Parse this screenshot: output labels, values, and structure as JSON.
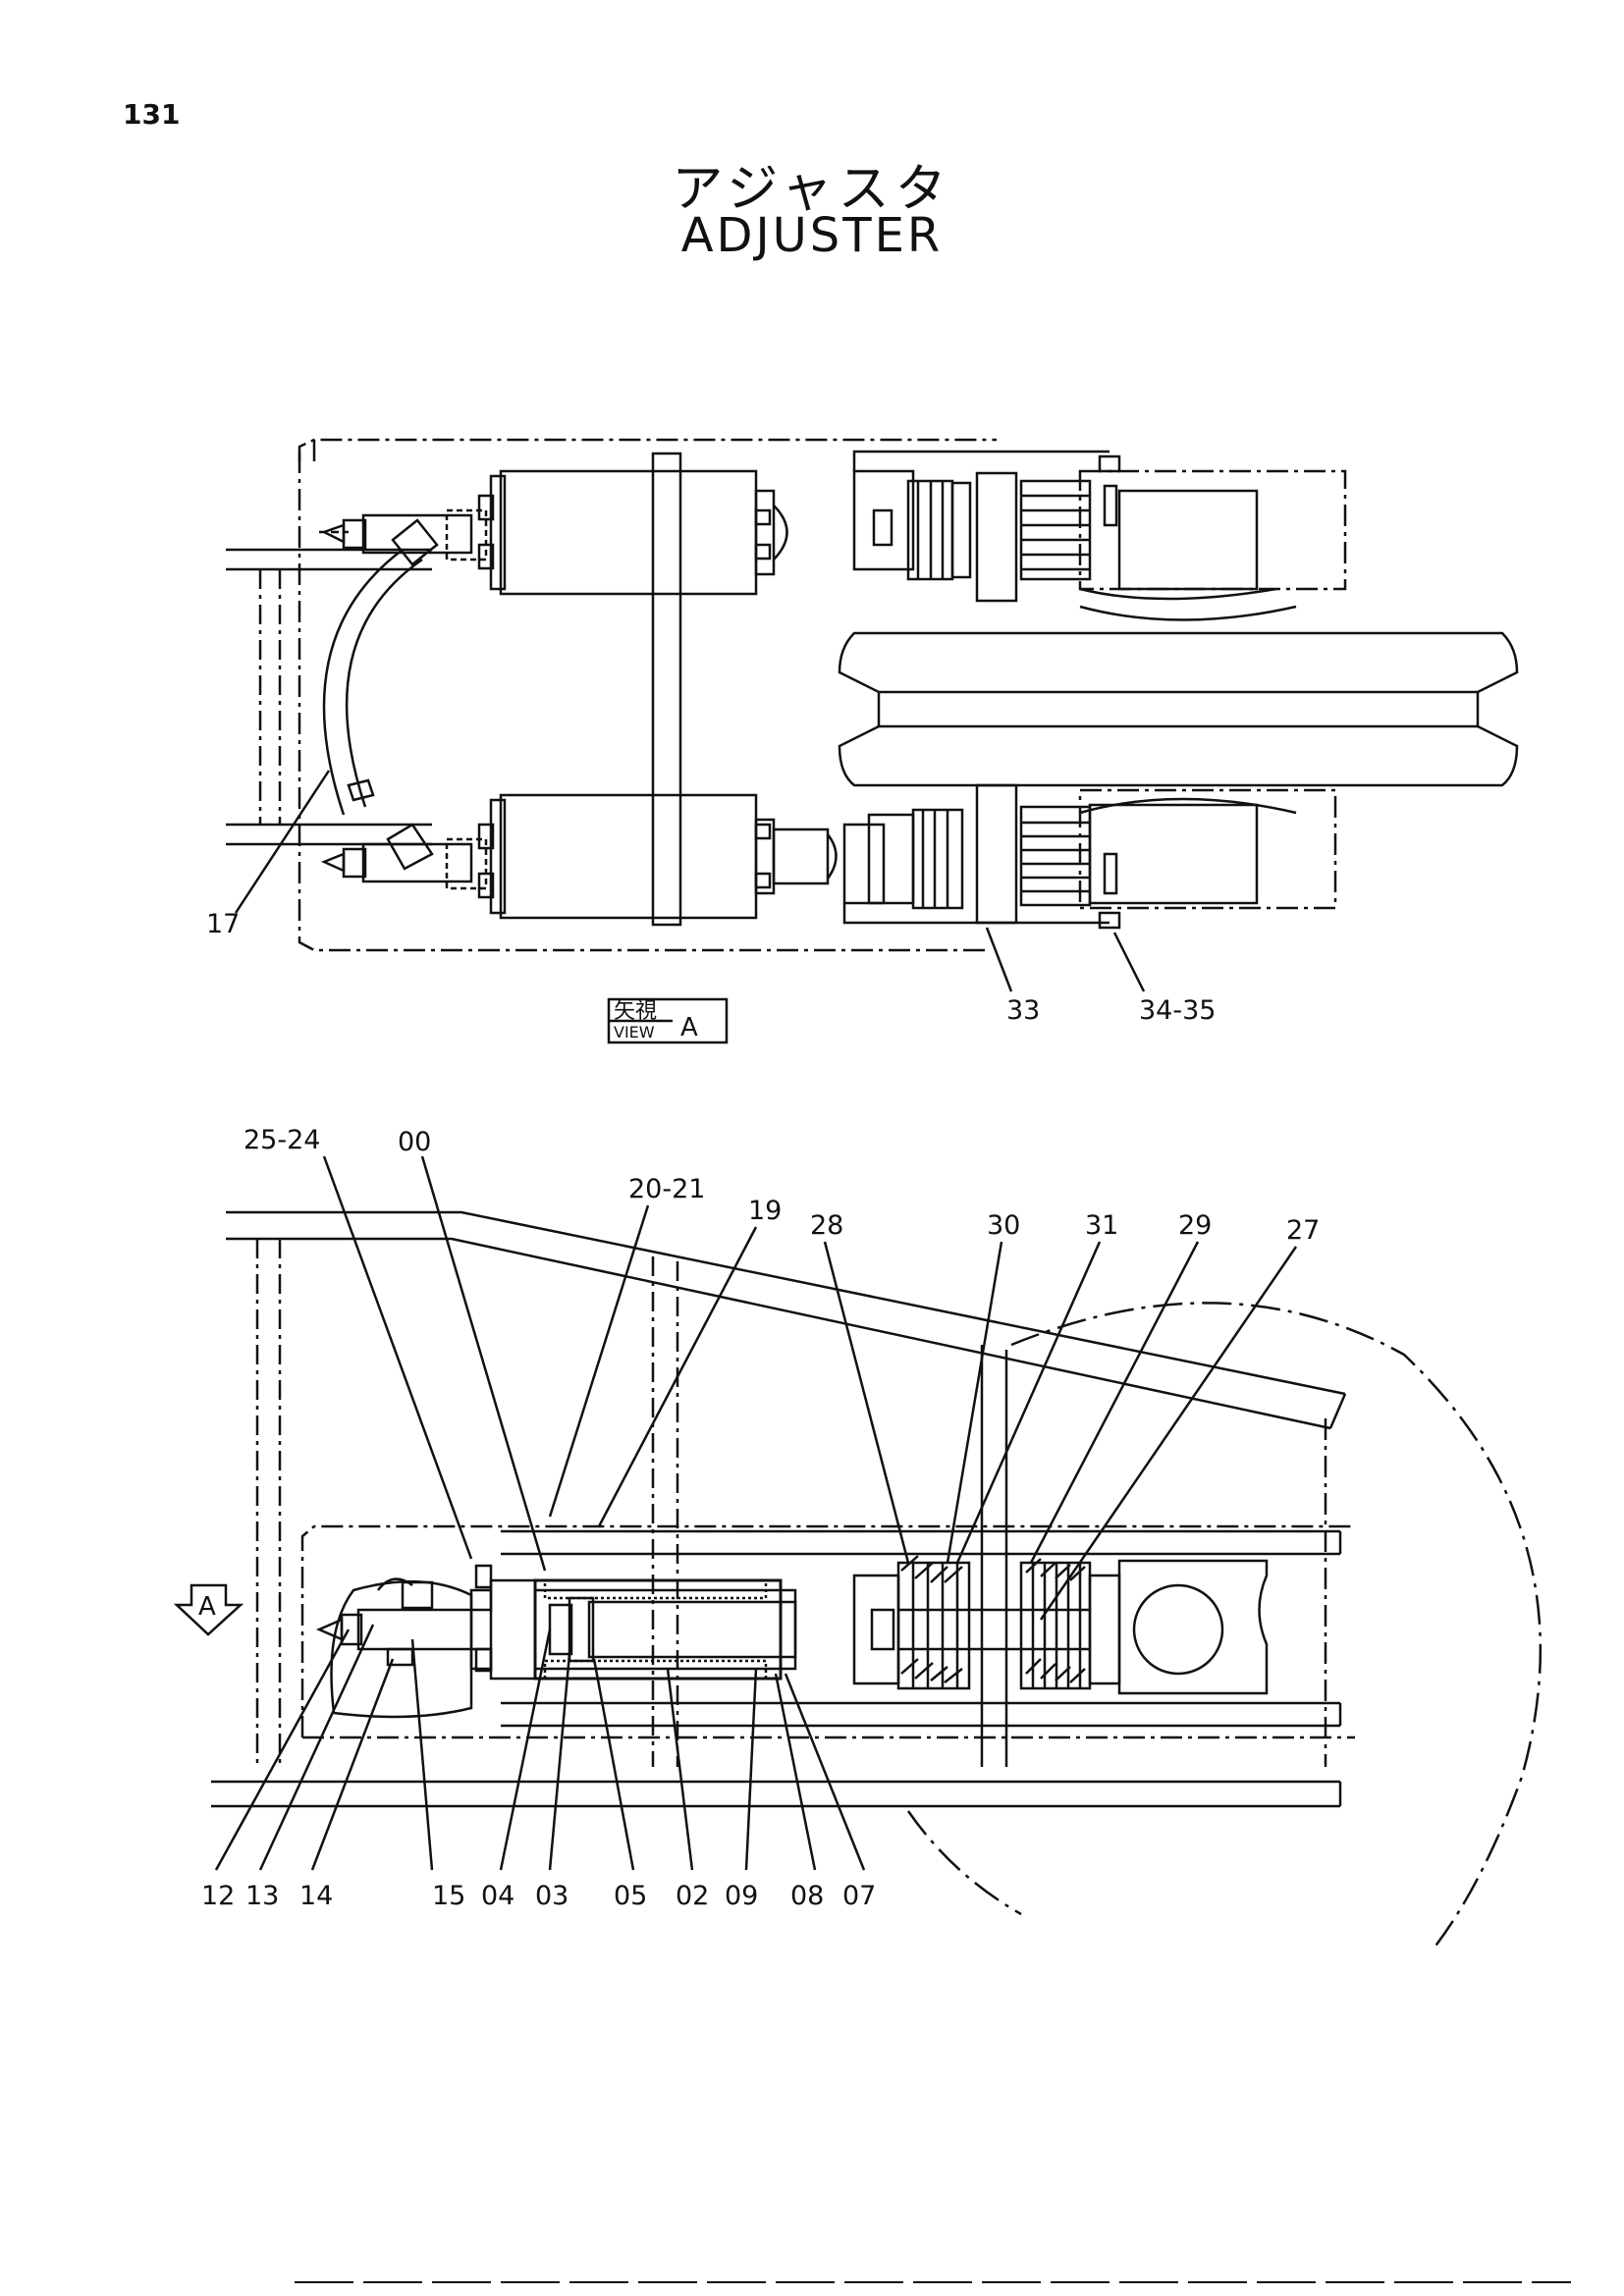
{
  "page": {
    "number": "131"
  },
  "title": {
    "japanese": "アジャスタ",
    "english": "ADJUSTER"
  },
  "view_marker": {
    "japanese": "矢視",
    "english": "VIEW",
    "letter": "A"
  },
  "section_arrow": {
    "letter": "A"
  },
  "upper_callouts": [
    "17",
    "33",
    "34-35"
  ],
  "lower_top_callouts": [
    "25-24",
    "00",
    "20-21",
    "19",
    "28",
    "30",
    "31",
    "29",
    "27"
  ],
  "lower_bottom_callouts": [
    "12",
    "13",
    "14",
    "15",
    "04",
    "03",
    "05",
    "02",
    "09",
    "08",
    "07"
  ]
}
